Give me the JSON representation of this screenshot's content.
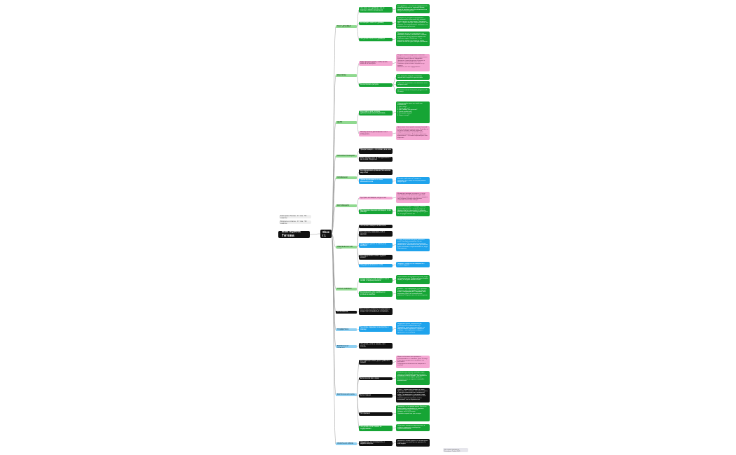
{
  "root": {
    "label": "Екатерина Титова"
  },
  "sheet": {
    "label": "Sheet 1"
  },
  "side_notes": [
    "Екатерина Титова · 17 тем · 59 заметок",
    "Вопросы и ответы · 17 тем · 59 заметок"
  ],
  "footer_note": "Все права защищены · Екатерина Титова 2021",
  "branches": [
    {
      "label": "ТЕСТ-ДРАЙВЕР",
      "color": "lg",
      "children": [
        {
          "label": "Что такое тест-драйвер и как он помогает обойти ограничения",
          "color": "g",
          "notes": [
            {
              "text": "Тест-драйвер — это способ «подружиться» с новой деятельностью, короткий период, когда вы пробуете дело без обязательств и без давления результата",
              "color": "g"
            }
          ]
        },
        {
          "label": "Как выбрать свой тест-драйвер",
          "color": "g",
          "notes": [
            {
              "text": "Выберите то, что давно откладываете. Сформулируйте маленький шаг, который можно сделать за один вечер. Определите срок — неделя или две. Заранее решите, как поймёте, что «попробовали». Запишите, что почувствовали до и после",
              "color": "g"
            }
          ]
        },
        {
          "label": "Что делать после тест-драйвера",
          "color": "g",
          "notes": [
            {
              "text": "Подведите итоги: что понравилось, что оказалось сложнее, чем казалось. Решите, продолжаете ли вы, меняете формат или отпускаете идею. Любой итог — это результат, потому что теперь вы знаете больше о себе и о деле, которое пробовали",
              "color": "g"
            }
          ]
        }
      ]
    },
    {
      "label": "РЕСУРСЫ",
      "color": "lg",
      "children": [
        {
          "label": "Какие ресурсы нужны, чтобы начать новое и не выгореть",
          "color": "pk",
          "notes": [
            {
              "text": "Ресурсы бывают внутренние и внешние. Внутренние: энергия, интерес, уверенность. Внешние: время, деньги, поддержка. Проверьте, каких ресурсов не хватает, и начните с самого маленького шага.\nЗапишите три источника энергии на эту неделю.\nНапишите, что вас поддерживает",
              "color": "pk"
            }
          ]
        },
        {
          "label": "Как восполнять ресурсы",
          "color": "g",
          "notes": [
            {
              "text": "Сон, прогулки, общение с близкими, творчество и отдых без чувства вины",
              "color": "g"
            },
            {
              "text": "Отмечайте в дневнике, что наполняет, а что забирает силы",
              "color": "g"
            },
            {
              "text": "Составьте список «быстрых» ресурсов на 5–15 минут",
              "color": "g"
            }
          ]
        }
      ]
    },
    {
      "label": "ЦЕЛИ",
      "color": "lg",
      "children": [
        {
          "label": "Как ставить цели, которые действительно хочется достигать",
          "color": "g",
          "notes": [
            {
              "text": "Сформулируйте цель так, чтобы она откликалась.\n1. Что я хочу?\n2. Зачем мне это?\n3. Как я пойму, что достигла?\n4. Какой первый шаг?\n5. Кто может помочь?\n6. Когда я начну?",
              "color": "g"
            }
          ]
        },
        {
          "label": "Почему цели не достигаются и что с этим делать",
          "color": "pk",
          "notes": [
            {
              "text": "Цель может быть чужой, слишком большой или без понятного первого шага. Разбейте её на части, уберите лишнее давление, найдите союзников и отмечайте даже маленький прогресс. Если цель перестала вдохновлять — её можно пересмотреть или отпустить",
              "color": "pk"
            }
          ]
        }
      ]
    },
    {
      "label": "ПРОКРАСТИНАЦИЯ",
      "color": "lg",
      "children": [
        {
          "label": "Прокрастинация — это сигнал, а не лень",
          "color": "bk",
          "notes": []
        },
        {
          "label": "Какие эмоции стоят за откладыванием и как с ними обходиться",
          "color": "bk",
          "notes": []
        }
      ]
    },
    {
      "label": "ПРИВЫЧКИ",
      "color": "lg",
      "children": [
        {
          "label": "Как формировать привычки без насилия над собой",
          "color": "bk",
          "notes": []
        },
        {
          "label": "Привычка начинается с очень маленького шага",
          "color": "bl",
          "notes": [
            {
              "text": "Начните с действия на 2 минуты и привяжите его к тому, что вы уже делаете каждый день",
              "color": "bl"
            }
          ]
        }
      ]
    },
    {
      "label": "МОТИВАЦИЯ",
      "color": "lg",
      "children": [
        {
          "label": "Где брать мотивацию, когда её нет",
          "color": "pk",
          "notes": [
            {
              "text": "Мотивация приходит в процессе, а не до него. Начните с минимального действия, вспомните, зачем вам это нужно, и окружите себя людьми, которые вдохновляют. Отмечайте маленькие победы",
              "color": "pk"
            }
          ]
        },
        {
          "label": "Внутренняя и внешняя мотивация: в чём разница",
          "color": "g",
          "notes": [
            {
              "text": "Внешняя мотивация — награды, похвала, деньги. Внутренняя — интерес, смысл и удовольствие от самого дела. Устойчивее работает внутренняя, поэтому ищите в деле то, что радует именно вас",
              "color": "g"
            }
          ]
        }
      ]
    },
    {
      "label": "УВЕРЕННОСТЬ В СЕБЕ",
      "color": "lg",
      "children": [
        {
          "label": "Что мешает поверить в свои силы",
          "color": "bk",
          "notes": []
        },
        {
          "label": "Как перестать сравнивать себя с другими",
          "color": "bk",
          "notes": []
        },
        {
          "label": "Уверенность растёт из опыта, а не наоборот",
          "color": "bl",
          "notes": [
            {
              "text": "Каждое попробованное дело добавляет опыт. Опыт даёт понимание, что вы справляетесь. Так постепенно появляется уверенность. Записывайте свои достижения, даже небольшие, и перечитывайте их, когда сомневаетесь",
              "color": "bl"
            }
          ]
        },
        {
          "label": "Как поддерживать себя в трудный момент",
          "color": "bk",
          "notes": []
        },
        {
          "label": "Поддержка начинается с себя",
          "color": "bl",
          "notes": [
            {
              "text": "Говорите с собой так, как говорили бы с близкой подругой",
              "color": "bl"
            }
          ]
        }
      ]
    },
    {
      "label": "СТРАХ ОШИБКИ",
      "color": "lg",
      "children": [
        {
          "label": "Откуда берётся страх ошибки и как он связан с перфекционизмом",
          "color": "g",
          "notes": [
            {
              "text": "Страх ошибки часто родом из детства, когда за промахи ругали. Перфекционизм обещает защиту, но на деле мешает начать",
              "color": "g"
            }
          ]
        },
        {
          "label": "Как разрешить себе ошибаться и учиться на ошибках",
          "color": "g",
          "notes": [
            {
              "text": "Ошибка — это информация, а не приговор. Спросите себя: что я узнала? Что сделаю иначе в следующий раз? Разрешите себе черновики, пробы и несовершенный результат. Так учатся все, кто чего-то достиг",
              "color": "g"
            }
          ]
        }
      ]
    },
    {
      "label": "УСТАЛОСТЬ",
      "color": "bk",
      "children": [
        {
          "label": "Как отличить усталость от выгорания и когда стоит остановиться и отдохнуть",
          "color": "bk",
          "notes": []
        }
      ]
    },
    {
      "label": "ПОДДЕРЖКА",
      "color": "lb",
      "children": [
        {
          "label": "Где искать поддержку и как просить о помощи",
          "color": "bl",
          "notes": [
            {
              "text": "Поддержка бывает эмоциональной, практической и информационной. Подумайте, какая нужна вам сейчас, и к кому вы можете обратиться. Просить о помощи — это нормально и говорит о зрелости, а не о слабости",
              "color": "bl"
            }
          ]
        }
      ]
    },
    {
      "label": "ВОПРОСЫ И ОТВЕТЫ",
      "color": "lb",
      "children": [
        {
          "label": "Что делать, если не знаешь, чего хочешь",
          "color": "bk",
          "notes": []
        }
      ]
    },
    {
      "label": "ВОПРОСЫ ИЗ ЧАТА",
      "color": "lb",
      "children": [
        {
          "label": "Как совмещать новое дело с работой и семьёй",
          "color": "bk",
          "notes": [
            {
              "text": "Ищите небольшие окна времени и договаривайтесь с близкими. Даже 15 минут в день дают результат, если делать это регулярно.\nРаспределите обязанности и попросите о помощи",
              "color": "pk"
            }
          ]
        },
        {
          "label": "Если хочется всё и сразу",
          "color": "bk",
          "notes": [
            {
              "text": "Выпишите все желания, выберите одно главное на ближайший месяц, остальное отложите в список «потом». Так энергия не распыляется, а вы видите прогресс.\nСоставьте план на неделю и отмечайте выполненное",
              "color": "g"
            }
          ]
        },
        {
          "label": "Если страшно",
          "color": "bk",
          "notes": [
            {
              "text": "Страх — нормальная реакция на новое. Признайте его, назовите, что именно пугает, и сделайте маленький шаг, несмотря на страх. Со временем он становится тише. Поддержка близких и единомышленников помогает двигаться дальше, а опыт показывает, что вы справляетесь",
              "color": "bk"
            }
          ]
        },
        {
          "label": "Нет времени",
          "color": "bk",
          "notes": [
            {
              "text": "Проверьте, на что уходит время. Часто его можно найти, отказавшись от лишнего.\nЗапишите один день по часам.\nНайдите хотя бы 15 минут.\nСделайте первый шаг уже сегодня",
              "color": "g"
            }
          ]
        },
        {
          "label": "Что делать, если близкие не поддерживают",
          "color": "g",
          "notes": [
            {
              "text": "Объясните, почему это важно для вас, и найдите поддержку в сообществе единомышленников",
              "color": "g"
            }
          ]
        }
      ]
    },
    {
      "label": "ОБРАТНАЯ СВЯЗЬ",
      "color": "lb",
      "children": [
        {
          "label": "Поделитесь, что откликнулось, и задайте вопросы",
          "color": "bk",
          "notes": [
            {
              "text": "Напишите в комментариях, что откликнулось больше всего и какой шаг вы сделаете на этой неделе",
              "color": "bk"
            }
          ]
        }
      ]
    }
  ]
}
